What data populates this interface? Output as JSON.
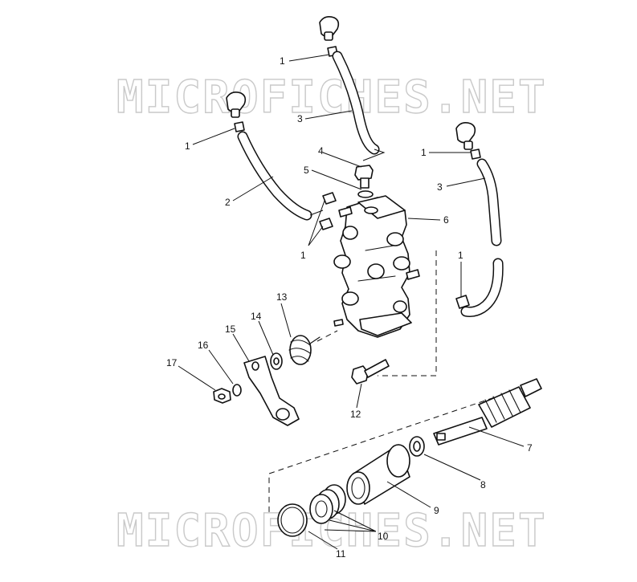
{
  "watermarks": [
    "MICROFICHES.NET",
    "MICROFICHES.NET"
  ],
  "callouts": {
    "c1a": "1",
    "c1b": "1",
    "c1c": "1",
    "c1d": "1",
    "c1e": "1",
    "c2": "2",
    "c3a": "3",
    "c3b": "3",
    "c4": "4",
    "c5": "5",
    "c6": "6",
    "c7": "7",
    "c8": "8",
    "c9": "9",
    "c10": "10",
    "c11": "11",
    "c12": "12",
    "c13": "13",
    "c14": "14",
    "c15": "15",
    "c16": "16",
    "c17": "17"
  }
}
